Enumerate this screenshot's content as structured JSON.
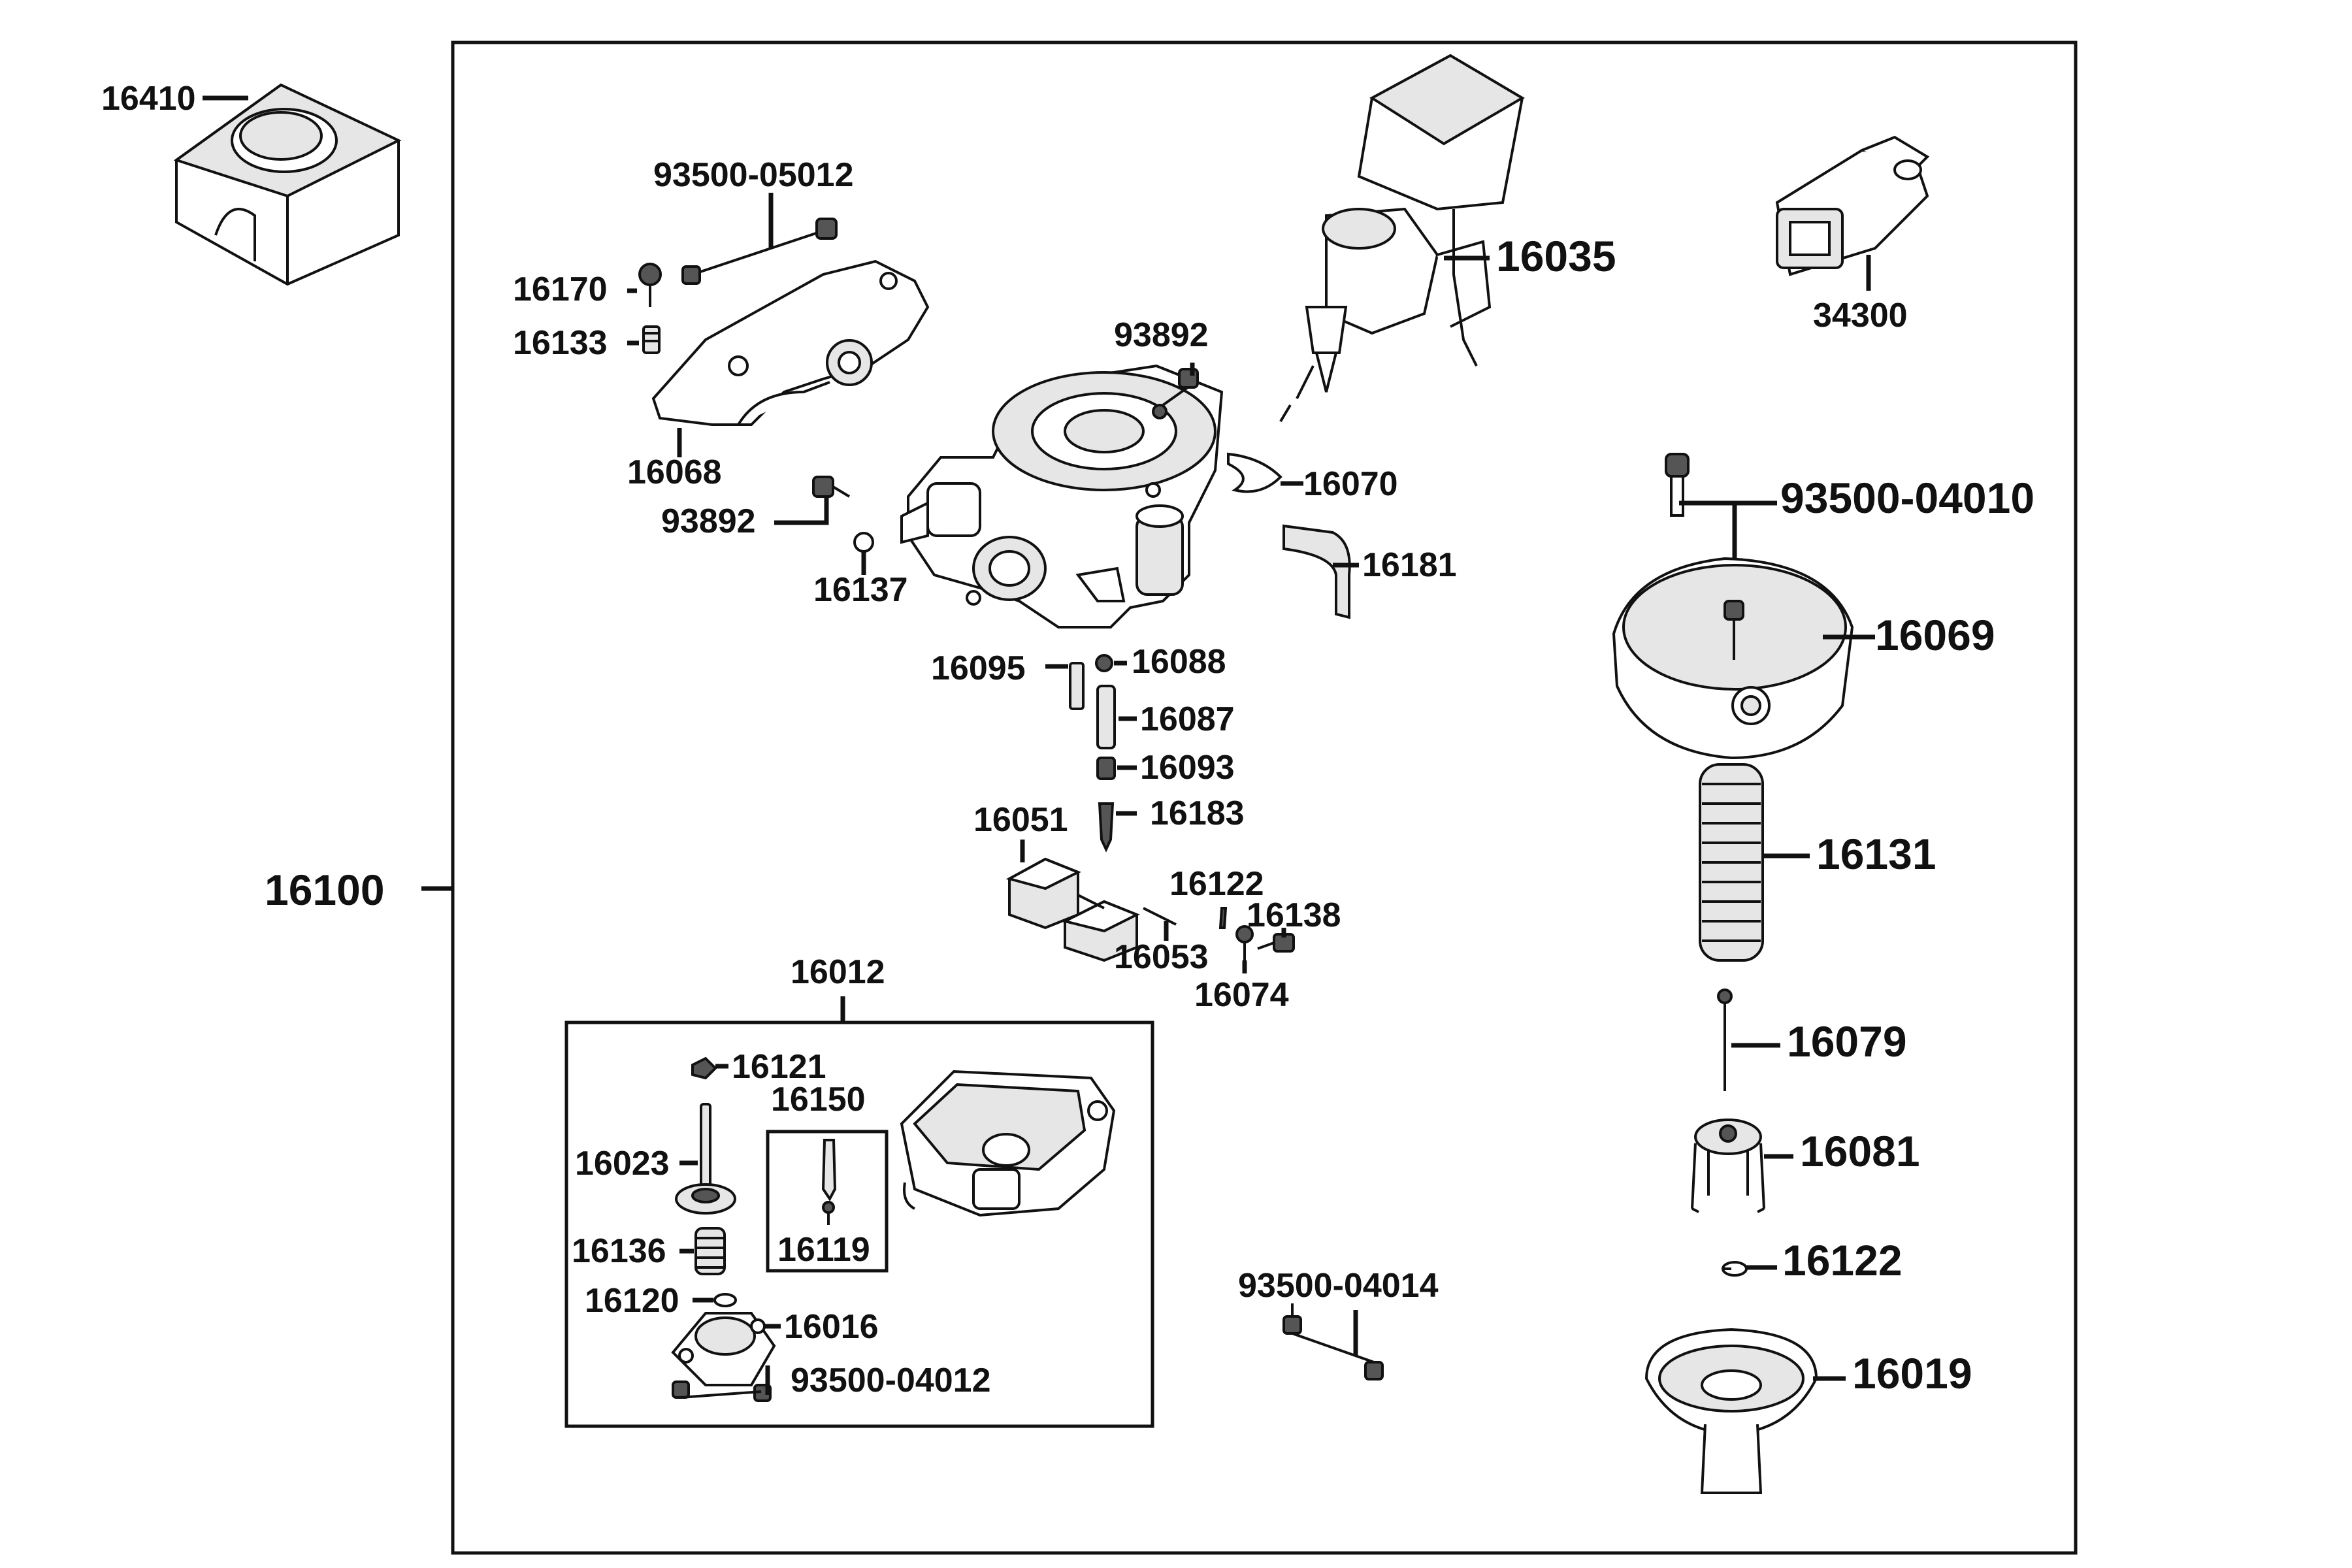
{
  "labels": {
    "p16410": "16410",
    "p93500_05012": "93500-05012",
    "p16170": "16170",
    "p16133": "16133",
    "p16068": "16068",
    "p93892_a": "93892",
    "p93892_b": "93892",
    "p16137": "16137",
    "p16035": "16035",
    "p16070": "16070",
    "p16181": "16181",
    "p34300": "34300",
    "p93500_04010": "93500-04010",
    "p16069": "16069",
    "p16131": "16131",
    "p16079": "16079",
    "p16081": "16081",
    "p16122_b": "16122",
    "p16019": "16019",
    "p16100": "16100",
    "p16095": "16095",
    "p16088": "16088",
    "p16087": "16087",
    "p16093": "16093",
    "p16183": "16183",
    "p16051": "16051",
    "p16122_a": "16122",
    "p16138": "16138",
    "p16053": "16053",
    "p16074": "16074",
    "p16012": "16012",
    "p16121": "16121",
    "p16150": "16150",
    "p16023": "16023",
    "p16136": "16136",
    "p16119": "16119",
    "p16120": "16120",
    "p16016": "16016",
    "p93500_04012": "93500-04012",
    "p93500_04014": "93500-04014"
  }
}
